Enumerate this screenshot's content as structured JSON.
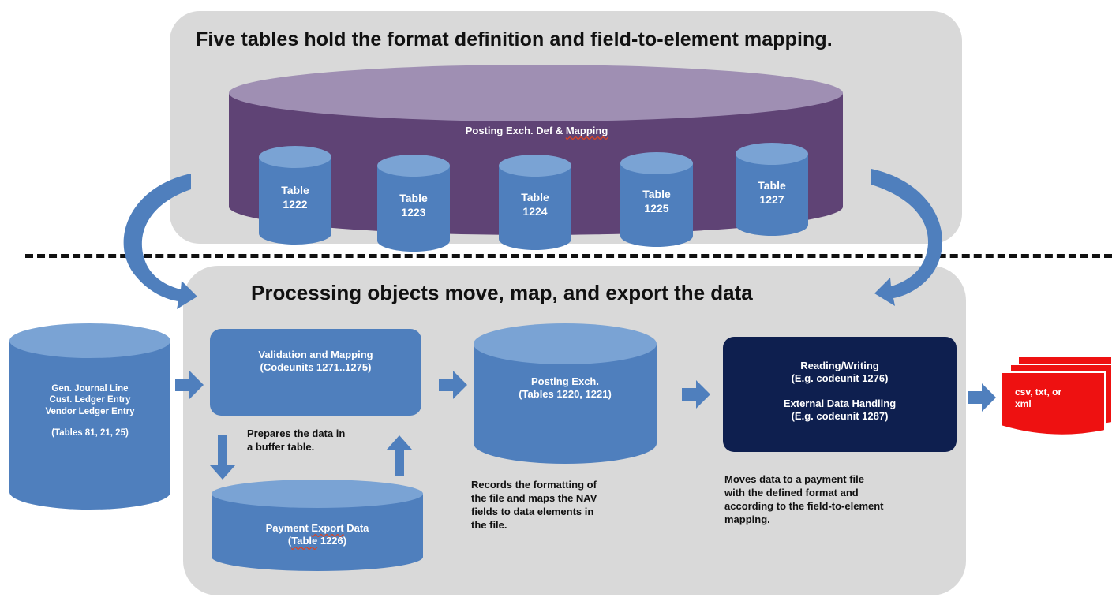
{
  "top_panel": {
    "title": "Five tables hold the format definition and field-to-element mapping.",
    "big_cylinder_label_a": "Posting Exch. Def & ",
    "big_cylinder_label_b": "Mapping",
    "tables": [
      {
        "line1": "Table",
        "line2": "1222"
      },
      {
        "line1": "Table",
        "line2": "1223"
      },
      {
        "line1": "Table",
        "line2": "1224"
      },
      {
        "line1": "Table",
        "line2": "1225"
      },
      {
        "line1": "Table",
        "line2": "1227"
      }
    ]
  },
  "bottom_panel": {
    "title": "Processing objects move, map, and export the data",
    "source": {
      "line1": "Gen. Journal Line",
      "line2": "Cust. Ledger Entry",
      "line3": "Vendor Ledger Entry",
      "line4": "(Tables 81, 21, 25)"
    },
    "validation": {
      "line1": "Validation and Mapping",
      "line2": "(Codeunits 1271..1275)"
    },
    "validation_note": {
      "line1": "Prepares the data in",
      "line2": "a buffer table."
    },
    "payment_export": {
      "line1a": "Payment ",
      "line1b": "Export",
      "line1c": " Data",
      "line2a": "(",
      "line2b": "Table",
      "line2c": " 1226)"
    },
    "posting_exch": {
      "line1": "Posting Exch.",
      "line2": "(Tables 1220, 1221)"
    },
    "posting_note": {
      "line1": "Records the formatting of",
      "line2": "the file and maps the NAV",
      "line3": "fields to data elements in",
      "line4": "the file."
    },
    "reading": {
      "line1": "Reading/Writing",
      "line2": "(E.g. codeunit 1276)",
      "line3": "External Data Handling",
      "line4": "(E.g. codeunit 1287)"
    },
    "reading_note": {
      "line1": "Moves data to a payment file",
      "line2": "with the defined format and",
      "line3": "according to the field-to-element",
      "line4": "mapping."
    }
  },
  "output_file": {
    "line1": "csv, txt, or",
    "line2": "xml"
  },
  "colors": {
    "panel": "#d9d9d9",
    "purple": "#5f4375",
    "purple_top": "#9f8fb3",
    "blue": "#4f7fbd",
    "blue_top": "#7aa3d4",
    "navy": "#0e1f4f",
    "red": "#ee1111",
    "arrow": "#4f7fbd"
  }
}
